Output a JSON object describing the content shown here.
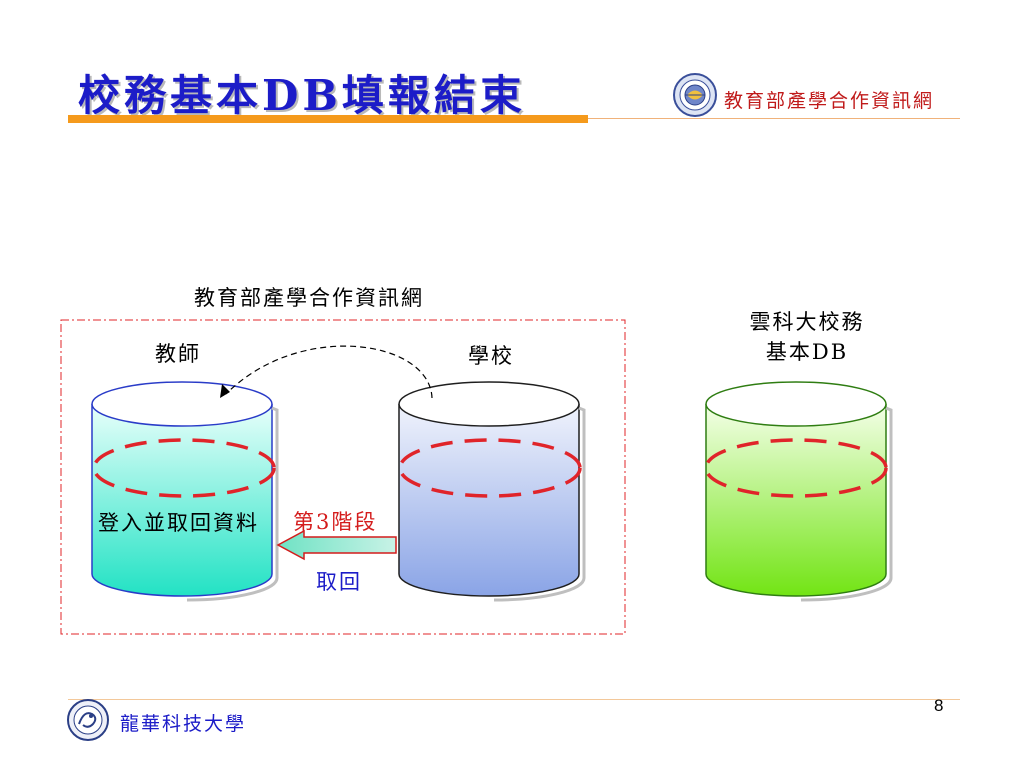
{
  "header": {
    "title": "校務基本DB填報結束",
    "org_name": "教育部產學合作資訊網",
    "org_logo": "globe-seal-icon"
  },
  "diagram": {
    "group_label": "教育部產學合作資訊網",
    "teacher_label": "教師",
    "school_label": "學校",
    "yunke_db_line1": "雲科大校務",
    "yunke_db_line2": "基本DB",
    "teacher_action": "登入並取回資料",
    "stage_label": "第3階段",
    "retrieve_label": "取回",
    "colors": {
      "teacher_db": "#2fe4c8",
      "school_db": "#8ea8e8",
      "yunke_db": "#7ee81f",
      "dash_ellipse": "#e0242a",
      "group_border": "#e0242a",
      "arrow_fill": "#7de0c8",
      "arrow_stroke": "#d41c1c"
    }
  },
  "footer": {
    "school_name": "龍華科技大學",
    "school_logo": "dragon-seal-icon",
    "page_number": "8"
  }
}
